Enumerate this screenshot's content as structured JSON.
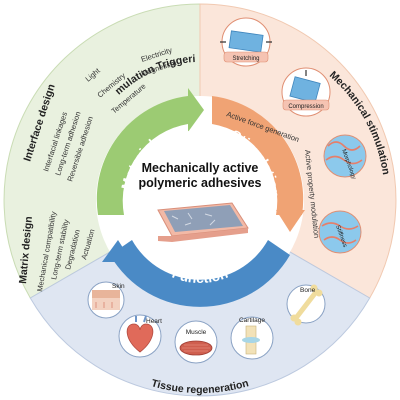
{
  "center": {
    "title_line1": "Mechanically active",
    "title_line2": "polymeric adhesives"
  },
  "ring": {
    "materials": "Materials",
    "stimulation": "Stimulation",
    "function": "Function"
  },
  "sections": {
    "stimulation_triggering": {
      "title": "Stimulation Triggering",
      "items": [
        "Light",
        "Chemistry",
        "Temperature",
        "Electricity",
        "Magnetism"
      ]
    },
    "interface_design": {
      "title": "Interface design",
      "items": [
        "Interfacial linkages",
        "Long-term adhesion",
        "Reversible adhesion"
      ]
    },
    "matrix_design": {
      "title": "Matrix design",
      "items": [
        "Mechanical compatibility",
        "Long-term stability",
        "Degradation",
        "Actuation"
      ]
    },
    "mechanical_stimulation": {
      "title": "Mechanical stimulation",
      "active_force": "Active force generation",
      "active_property": "Active property modulation",
      "stretching": "Stretching",
      "compression": "Compression",
      "morphology": "Morphology",
      "stiffness": "Stiffness"
    },
    "tissue_regeneration": {
      "title": "Tissue regeneration",
      "items": [
        "Skin",
        "Heart",
        "Muscle",
        "Cartilage",
        "Bone"
      ]
    }
  },
  "colors": {
    "green_sector": "#e9f1df",
    "peach_sector": "#fbe6da",
    "blue_sector": "#dfe6f2",
    "green_arrow": "#9ccb73",
    "orange_arrow": "#f0a374",
    "blue_arrow": "#4a8ac6"
  }
}
